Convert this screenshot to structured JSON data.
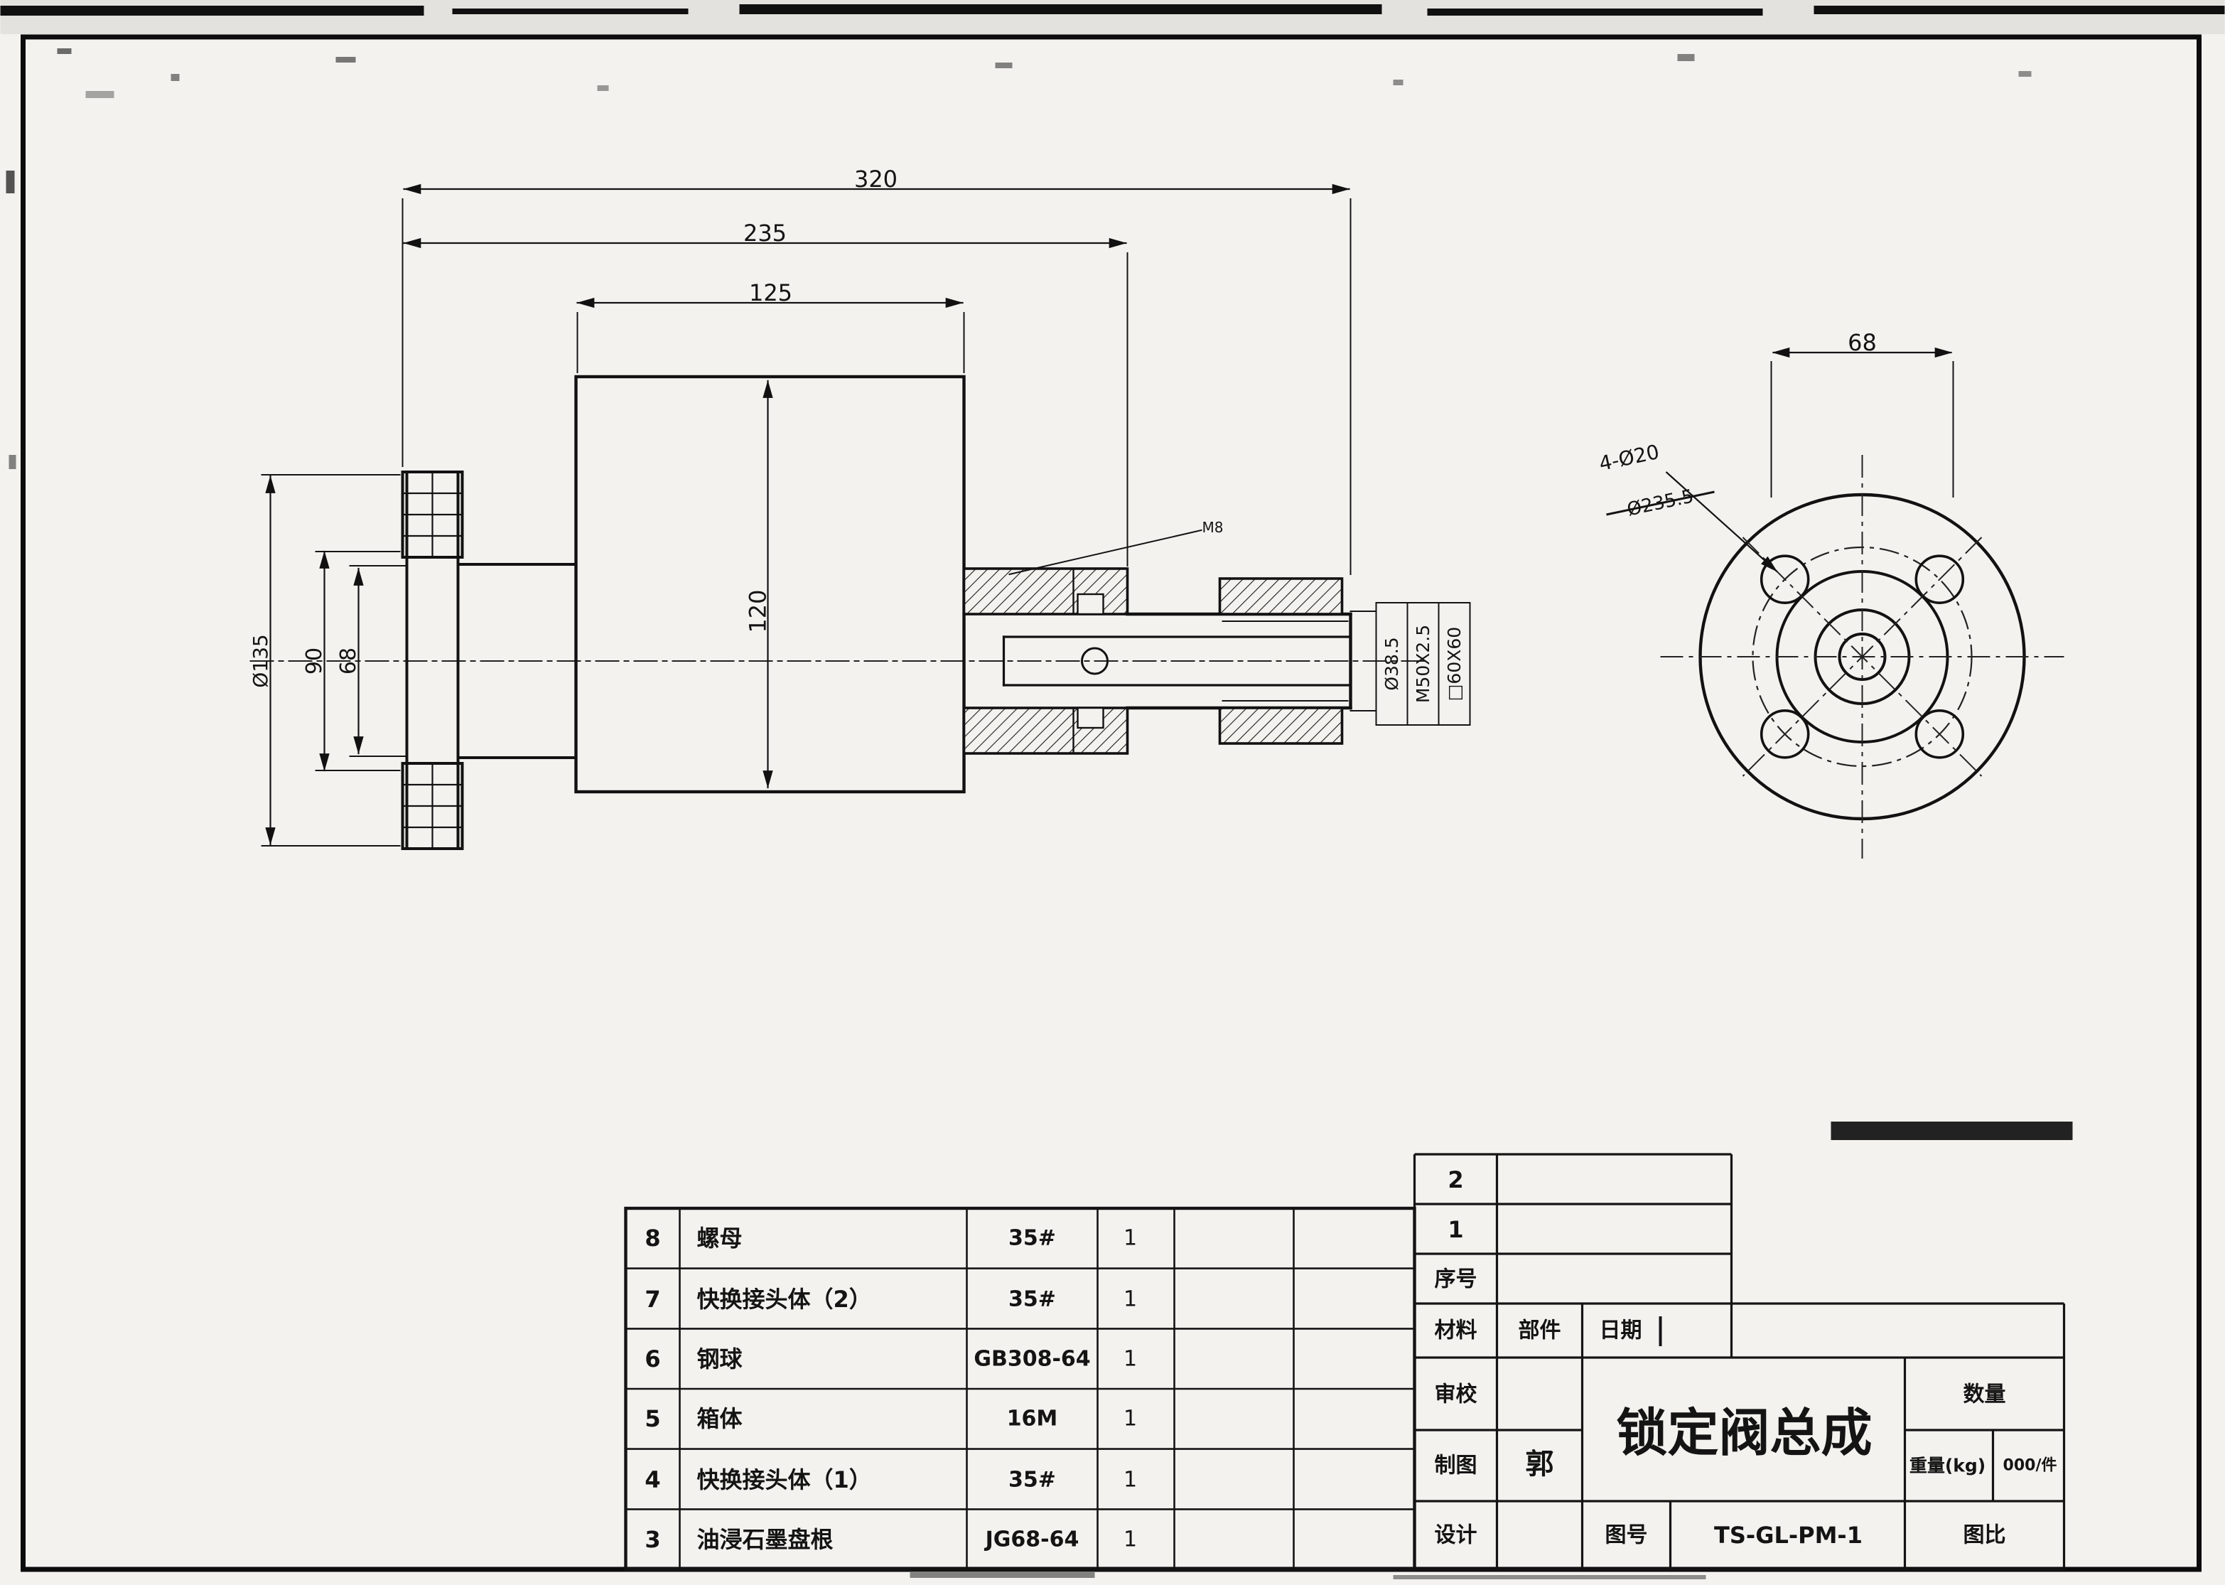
{
  "sheet": {
    "background": "#f3f2ef",
    "ink": "#141414"
  },
  "side_view": {
    "dim_overall_length": "320",
    "dim_to_connector_end": "235",
    "dim_body_width": "125",
    "dim_body_height": "120",
    "dim_flange_diameter": "Ø135",
    "dim_bolt_spacing": "90",
    "dim_neck_height": "68",
    "leader_thread": "M8",
    "dim_pipe_bore": "Ø38.5",
    "dim_pipe_thread": "M50X2.5",
    "dim_square_section": "□60X60"
  },
  "end_view": {
    "dim_hub_width": "68",
    "dim_bolt_holes": "4-Ø20",
    "dim_bolt_circle_struck_out": "Ø235.5"
  },
  "parts_table": {
    "rows": [
      {
        "no": "8",
        "name": "螺母",
        "spec": "35#",
        "qty": "1"
      },
      {
        "no": "7",
        "name": "快换接头体（2）",
        "spec": "35#",
        "qty": "1"
      },
      {
        "no": "6",
        "name": "钢球",
        "spec": "GB308-64",
        "qty": "1"
      },
      {
        "no": "5",
        "name": "箱体",
        "spec": "16M",
        "qty": "1"
      },
      {
        "no": "4",
        "name": "快换接头体（1）",
        "spec": "35#",
        "qty": "1"
      },
      {
        "no": "3",
        "name": "油浸石墨盘根",
        "spec": "JG68-64",
        "qty": "1"
      }
    ]
  },
  "title_block": {
    "row_2": "2",
    "row_1": "1",
    "serial_label": "序号",
    "material_label": "材料",
    "component_label": "部件",
    "date_label": "日期",
    "review_label": "审校",
    "draft_label": "制图",
    "draftsman": "郭",
    "design_label": "设计",
    "title": "锁定阀总成",
    "quantity_label": "数量",
    "weight_label": "重量(kg)",
    "weight_value": "000/件",
    "drawing_no_label": "图号",
    "drawing_no": "TS-GL-PM-1",
    "scale_label": "图比"
  }
}
